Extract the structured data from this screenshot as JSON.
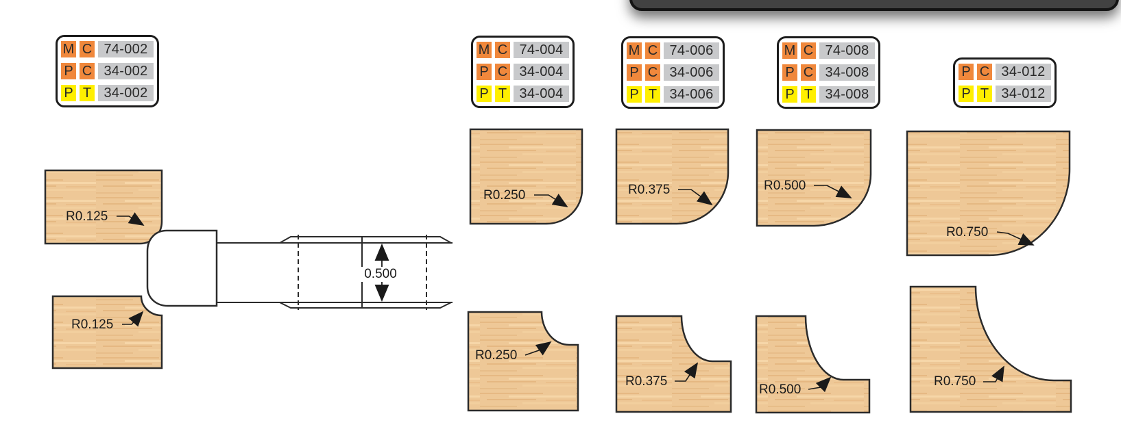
{
  "colors": {
    "wood": "#eec897",
    "orange_chip": "#f0883c",
    "yellow_chip": "#ffef00",
    "code_plate_gray": "#c8c9cb",
    "outline": "#2b2b2b",
    "banner_fill": "#424242"
  },
  "part_labels": [
    {
      "rows": [
        {
          "l1": "M",
          "l2": "C",
          "code": "74-002"
        },
        {
          "l1": "P",
          "l2": "C",
          "code": "34-002"
        },
        {
          "l1": "P",
          "l2": "T",
          "code": "34-002"
        }
      ]
    },
    {
      "rows": [
        {
          "l1": "M",
          "l2": "C",
          "code": "74-004"
        },
        {
          "l1": "P",
          "l2": "C",
          "code": "34-004"
        },
        {
          "l1": "P",
          "l2": "T",
          "code": "34-004"
        }
      ]
    },
    {
      "rows": [
        {
          "l1": "M",
          "l2": "C",
          "code": "74-006"
        },
        {
          "l1": "P",
          "l2": "C",
          "code": "34-006"
        },
        {
          "l1": "P",
          "l2": "T",
          "code": "34-006"
        }
      ]
    },
    {
      "rows": [
        {
          "l1": "M",
          "l2": "C",
          "code": "74-008"
        },
        {
          "l1": "P",
          "l2": "C",
          "code": "34-008"
        },
        {
          "l1": "P",
          "l2": "T",
          "code": "34-008"
        }
      ]
    },
    {
      "rows": [
        {
          "l1": "P",
          "l2": "C",
          "code": "34-012"
        },
        {
          "l1": "P",
          "l2": "T",
          "code": "34-012"
        }
      ]
    }
  ],
  "profile_labels": {
    "top": [
      "R0.125",
      "R0.250",
      "R0.375",
      "R0.500",
      "R0.750"
    ],
    "bottom": [
      "R0.125",
      "R0.250",
      "R0.375",
      "R0.500",
      "R0.750"
    ]
  },
  "dimension": {
    "value": "0.500"
  }
}
